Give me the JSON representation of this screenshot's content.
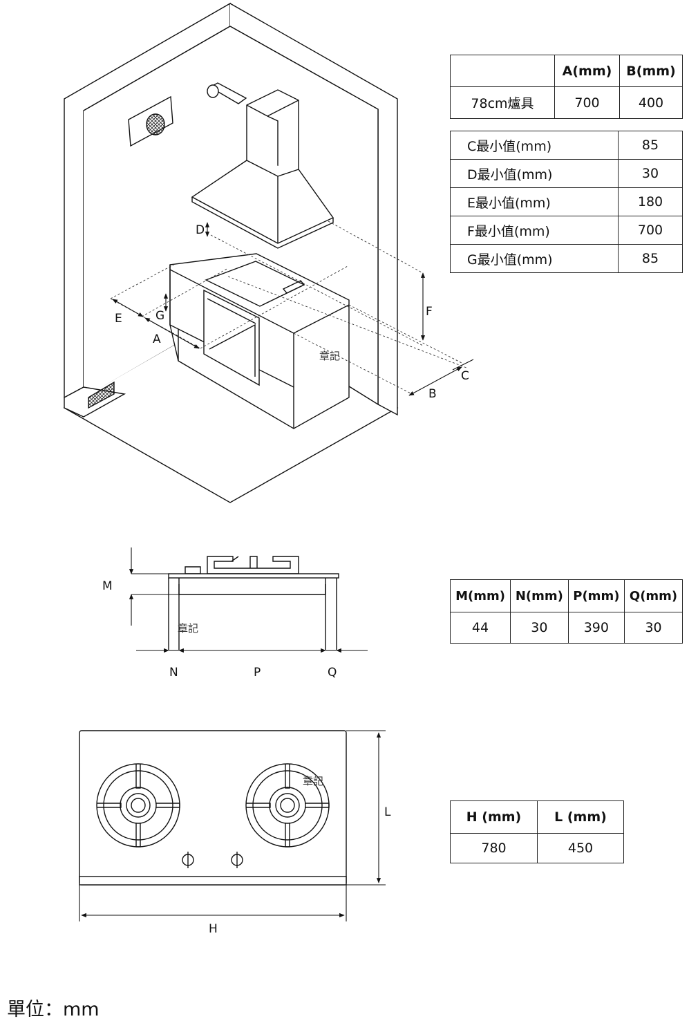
{
  "table_ab": {
    "headers": [
      "",
      "A(mm)",
      "B(mm)"
    ],
    "row": [
      "78cm爐具",
      "700",
      "400"
    ]
  },
  "table_min": [
    {
      "label": "C最小值(mm)",
      "value": "85"
    },
    {
      "label": "D最小值(mm)",
      "value": "30"
    },
    {
      "label": "E最小值(mm)",
      "value": "180"
    },
    {
      "label": "F最小值(mm)",
      "value": "700"
    },
    {
      "label": "G最小值(mm)",
      "value": "85"
    }
  ],
  "table_mnpq": {
    "headers": [
      "M(mm)",
      "N(mm)",
      "P(mm)",
      "Q(mm)"
    ],
    "row": [
      "44",
      "30",
      "390",
      "30"
    ]
  },
  "table_hl": {
    "headers": [
      "H (mm)",
      "L (mm)"
    ],
    "row": [
      "780",
      "450"
    ]
  },
  "labels": {
    "a": "A",
    "b": "B",
    "c": "C",
    "d": "D",
    "e": "E",
    "f": "F",
    "g": "G",
    "m": "M",
    "n": "N",
    "p": "P",
    "q": "Q",
    "h": "H",
    "l": "L"
  },
  "stamp": "章記",
  "unit": "單位：mm"
}
